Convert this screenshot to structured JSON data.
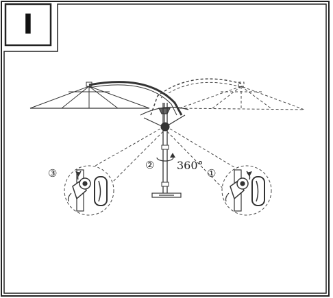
{
  "step": {
    "letter": "I"
  },
  "labels": {
    "step_left": "③",
    "step_center": "②",
    "step_right": "①",
    "rotation": "360°"
  },
  "colors": {
    "ink": "#222222",
    "background": "#ffffff"
  }
}
